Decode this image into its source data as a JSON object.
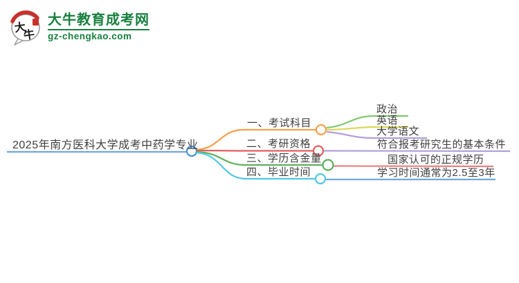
{
  "logo": {
    "icon_text_top": "大",
    "icon_text_bottom": "牛",
    "site_name": "大牛教育成考网",
    "site_domain": "gz-chengkao.com",
    "brand_green": "#17803E",
    "icon_red": "#C8322C"
  },
  "root": {
    "label": "2025年南方医科大学成考中药学专业",
    "line_color": "#6FA8DC",
    "circle_color": "#4A90D2"
  },
  "branches": [
    {
      "label": "一、考试科目",
      "color": "#F7A04B",
      "children": [
        {
          "label": "政治",
          "color": "#7FC96B"
        },
        {
          "label": "英语",
          "color": "#DCD75A"
        },
        {
          "label": "大学语文",
          "color": "#B39DDB"
        }
      ]
    },
    {
      "label": "二、考研资格",
      "color": "#E05E5E",
      "children": [
        {
          "label": "符合报考研究生的基本条件",
          "color": "#B39DDB"
        }
      ]
    },
    {
      "label": "三、学历含金量",
      "color": "#5CB05C",
      "children": [
        {
          "label": "国家认可的正规学历",
          "color": "#ED7D7D"
        }
      ]
    },
    {
      "label": "四、毕业时间",
      "color": "#4FC7E8",
      "children": [
        {
          "label": "学习时间通常为2.5至3年",
          "color": "#6FA8DC"
        }
      ]
    }
  ],
  "text_color": "#404040",
  "background": "#FFFFFF"
}
